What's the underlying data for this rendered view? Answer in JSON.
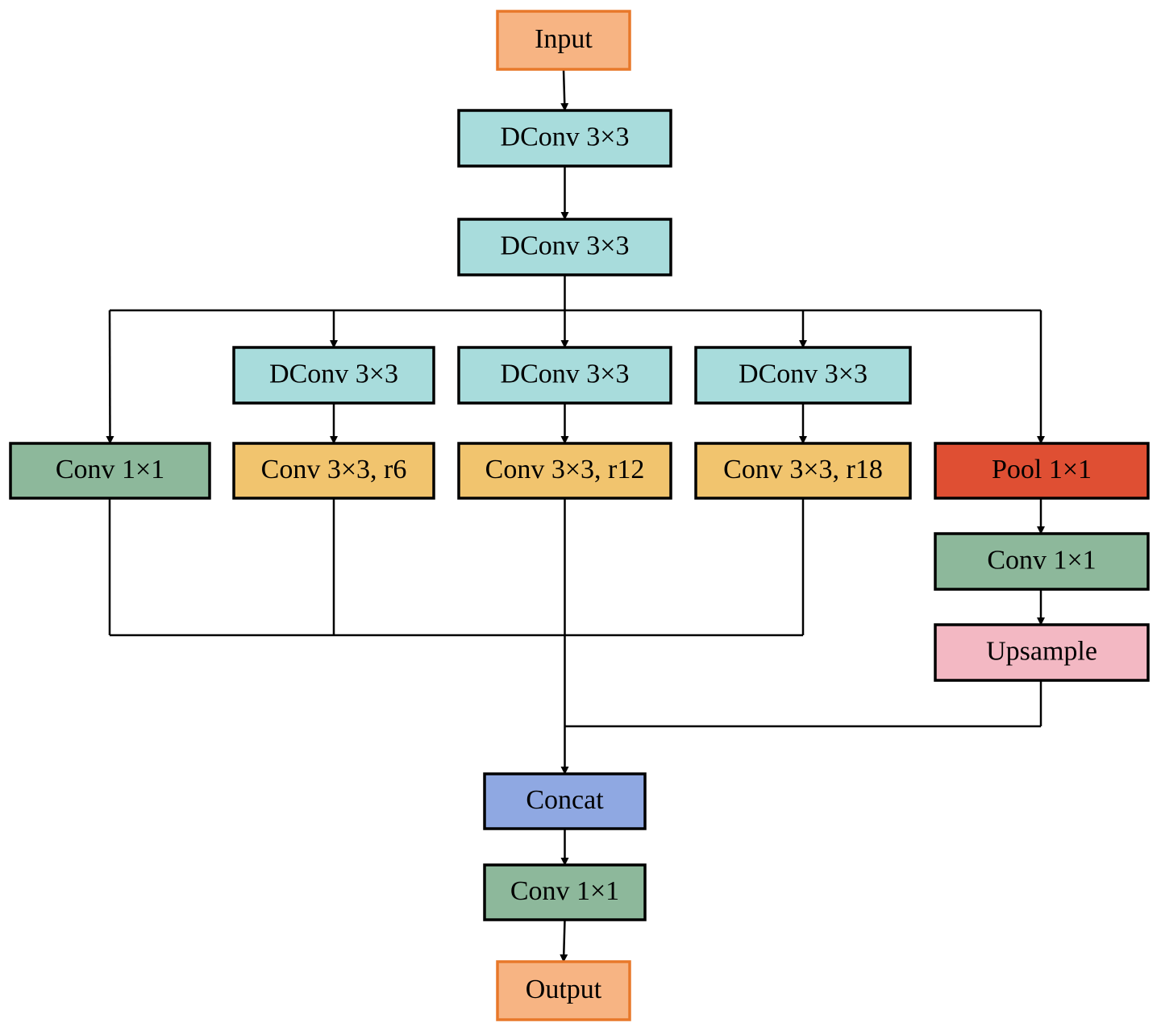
{
  "diagram": {
    "colors": {
      "io": "#F7B483",
      "io_border": "#E8782A",
      "dconv": "#A8DCDC",
      "conv1x1": "#8DB89B",
      "atrous": "#F1C46E",
      "pool": "#DF4F33",
      "upsample": "#F3B8C3",
      "concat": "#8FA8E2",
      "border": "#000000",
      "line": "#000000"
    },
    "nodes": {
      "input": {
        "label": "Input",
        "style": "io"
      },
      "dconv_1": {
        "label": "DConv 3×3",
        "style": "dconv"
      },
      "dconv_2": {
        "label": "DConv 3×3",
        "style": "dconv"
      },
      "dconv_branch_a": {
        "label": "DConv 3×3",
        "style": "dconv"
      },
      "dconv_branch_b": {
        "label": "DConv 3×3",
        "style": "dconv"
      },
      "dconv_branch_c": {
        "label": "DConv 3×3",
        "style": "dconv"
      },
      "conv1x1_branch": {
        "label": "Conv 1×1",
        "style": "conv1x1"
      },
      "conv_r6": {
        "label": "Conv 3×3, r6",
        "style": "atrous"
      },
      "conv_r12": {
        "label": "Conv 3×3, r12",
        "style": "atrous"
      },
      "conv_r18": {
        "label": "Conv 3×3, r18",
        "style": "atrous"
      },
      "pool": {
        "label": "Pool 1×1",
        "style": "pool"
      },
      "pool_conv1x1": {
        "label": "Conv 1×1",
        "style": "conv1x1"
      },
      "upsample": {
        "label": "Upsample",
        "style": "upsample"
      },
      "concat": {
        "label": "Concat",
        "style": "concat"
      },
      "final_conv1x1": {
        "label": "Conv 1×1",
        "style": "conv1x1"
      },
      "output": {
        "label": "Output",
        "style": "io"
      }
    },
    "edges": [
      [
        "input",
        "dconv_1"
      ],
      [
        "dconv_1",
        "dconv_2"
      ],
      [
        "dconv_2",
        "conv1x1_branch"
      ],
      [
        "dconv_2",
        "dconv_branch_a"
      ],
      [
        "dconv_2",
        "dconv_branch_b"
      ],
      [
        "dconv_2",
        "dconv_branch_c"
      ],
      [
        "dconv_2",
        "pool"
      ],
      [
        "dconv_branch_a",
        "conv_r6"
      ],
      [
        "dconv_branch_b",
        "conv_r12"
      ],
      [
        "dconv_branch_c",
        "conv_r18"
      ],
      [
        "pool",
        "pool_conv1x1"
      ],
      [
        "pool_conv1x1",
        "upsample"
      ],
      [
        "conv1x1_branch",
        "concat"
      ],
      [
        "conv_r6",
        "concat"
      ],
      [
        "conv_r12",
        "concat"
      ],
      [
        "conv_r18",
        "concat"
      ],
      [
        "upsample",
        "concat"
      ],
      [
        "concat",
        "final_conv1x1"
      ],
      [
        "final_conv1x1",
        "output"
      ]
    ]
  }
}
